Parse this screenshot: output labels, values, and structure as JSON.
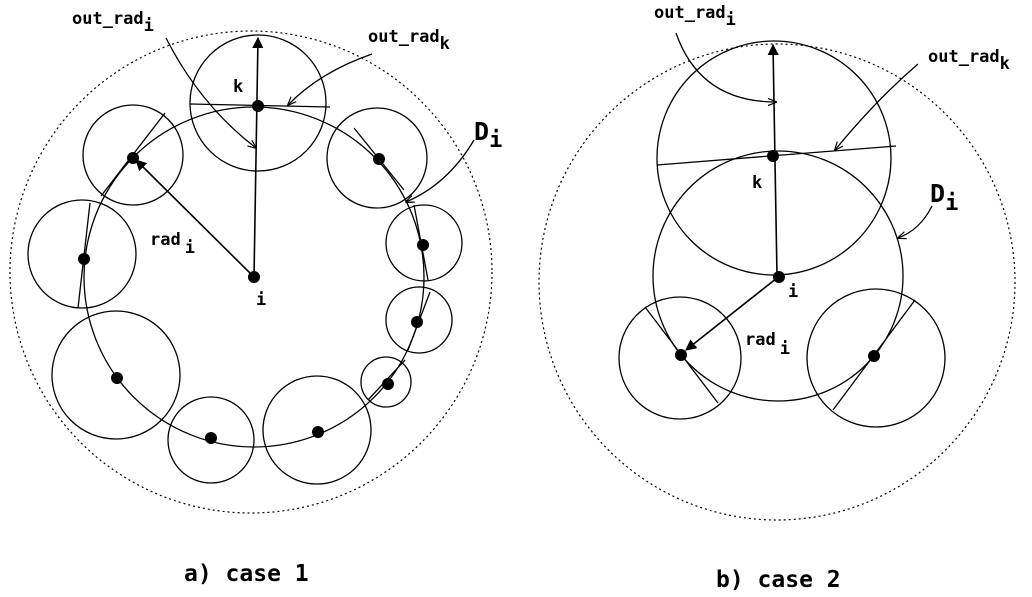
{
  "panels": [
    {
      "caption": "a) case 1",
      "labels": {
        "out_rad": "out_rad",
        "out_rad_sub_i": "i",
        "out_rad_k": "out_rad",
        "out_rad_sub_k": "k",
        "D": "D",
        "D_sub": "i",
        "rad": "rad",
        "rad_sub": "i",
        "node_k": "k",
        "node_i": "i"
      }
    },
    {
      "caption": "b) case 2",
      "labels": {
        "out_rad": "out_rad",
        "out_rad_sub_i": "i",
        "out_rad_k": "out_rad",
        "out_rad_sub_k": "k",
        "D": "D",
        "D_sub": "i",
        "rad": "rad",
        "rad_sub": "i",
        "node_k": "k",
        "node_i": "i"
      }
    }
  ]
}
